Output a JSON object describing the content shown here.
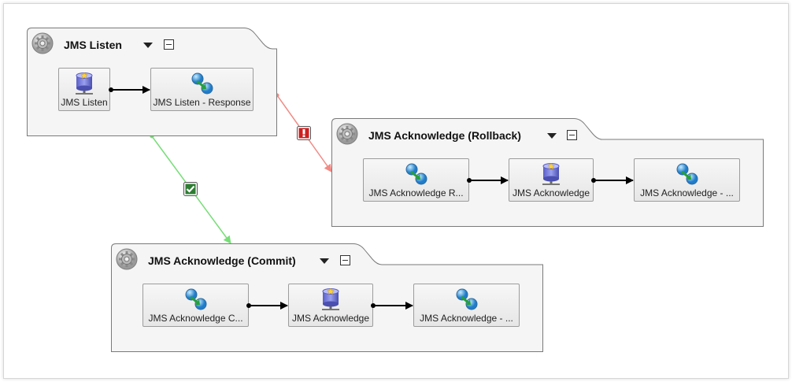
{
  "colors": {
    "success": "#77dd77",
    "error": "#f08a84",
    "frame": "#7a7a7a",
    "groupFill": "#f5f5f5"
  },
  "groups": [
    {
      "title": "JMS Listen",
      "icon": "gear-icon",
      "nodes": [
        {
          "label": "JMS Listen",
          "icon": "database-icon"
        },
        {
          "label": "JMS Listen - Response",
          "icon": "transfer-icon"
        }
      ]
    },
    {
      "title": "JMS Acknowledge (Rollback)",
      "icon": "gear-icon",
      "nodes": [
        {
          "label": "JMS Acknowledge R...",
          "icon": "transfer-icon"
        },
        {
          "label": "JMS Acknowledge",
          "icon": "database-icon"
        },
        {
          "label": "JMS Acknowledge - ...",
          "icon": "transfer-icon"
        }
      ]
    },
    {
      "title": "JMS Acknowledge (Commit)",
      "icon": "gear-icon",
      "nodes": [
        {
          "label": "JMS Acknowledge C...",
          "icon": "transfer-icon"
        },
        {
          "label": "JMS Acknowledge",
          "icon": "database-icon"
        },
        {
          "label": "JMS Acknowledge - ...",
          "icon": "transfer-icon"
        }
      ]
    }
  ],
  "badges": {
    "error": "error-badge-icon",
    "success": "success-check-icon"
  }
}
